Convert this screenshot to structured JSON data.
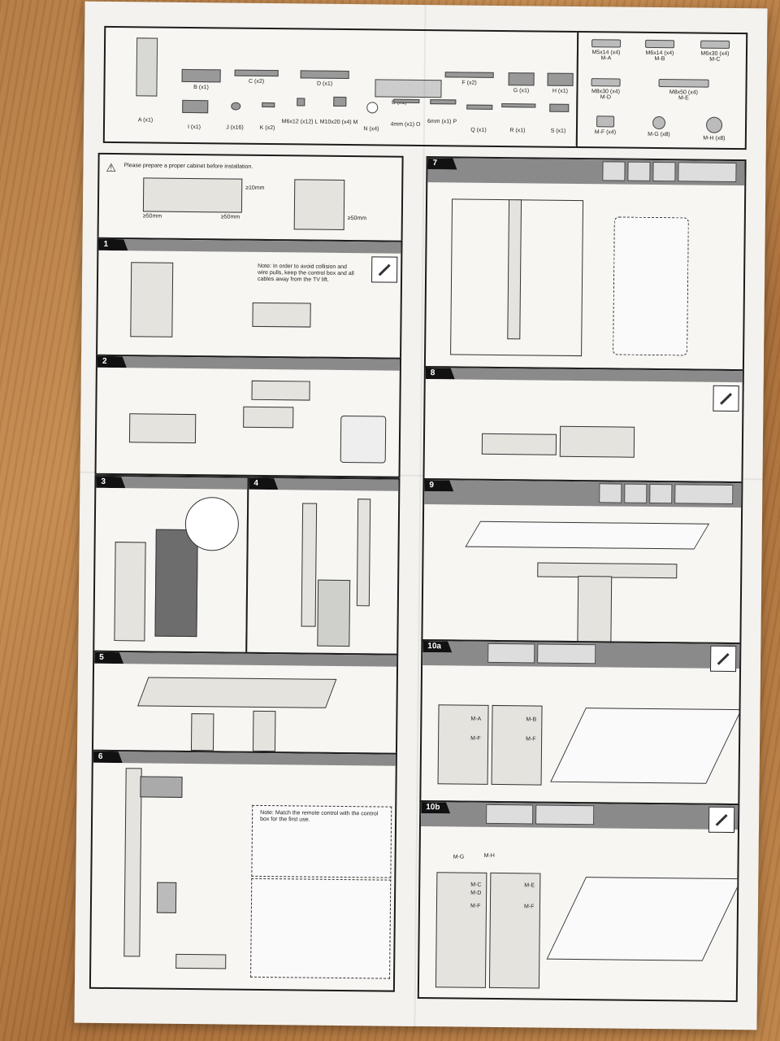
{
  "parts": [
    {
      "label": "A (x1)"
    },
    {
      "label": "B (x1)"
    },
    {
      "label": "C (x2)"
    },
    {
      "label": "D (x1)"
    },
    {
      "label": "E (x1)"
    },
    {
      "label": "F (x2)"
    },
    {
      "label": "G (x1)"
    },
    {
      "label": "H (x1)"
    },
    {
      "label": "I (x1)"
    },
    {
      "label": "J (x16)"
    },
    {
      "label": "K (x2)"
    },
    {
      "label": "M6x12 (x12) L"
    },
    {
      "label": "M10x20 (x4) M"
    },
    {
      "label": "N (x4)"
    },
    {
      "label": "4mm (x1) O"
    },
    {
      "label": "6mm (x1) P"
    },
    {
      "label": "Q (x1)"
    },
    {
      "label": "R (x1)"
    },
    {
      "label": "S (x1)"
    }
  ],
  "screws": [
    {
      "label": "M5x14 (x4)",
      "code": "M-A"
    },
    {
      "label": "M6x14 (x4)",
      "code": "M-B"
    },
    {
      "label": "M6x30 (x4)",
      "code": "M-C"
    },
    {
      "label": "M8x30 (x4)",
      "code": "M-D"
    },
    {
      "label": "M8x50 (x4)",
      "code": "M-E"
    },
    {
      "label": "M-F (x4)"
    },
    {
      "label": "M-G (x8)"
    },
    {
      "label": "M-H (x8)"
    }
  ],
  "warning": "Please prepare a proper cabinet before installation.",
  "dims": {
    "d1": "≥50mm",
    "d2": "≥50mm",
    "d3": "≥10mm",
    "d4": "≥50mm"
  },
  "step1_note": "Note: In order to avoid collision and wire pulls, keep the control box and all cables away from the TV lift.",
  "step6_note": "Note: Match the remote control with the control box for the first use.",
  "steps": [
    "1",
    "2",
    "3",
    "4",
    "5",
    "6",
    "7",
    "8",
    "9",
    "10a",
    "10b"
  ],
  "step10b_labels": {
    "mg": "M-G",
    "mh": "M-H",
    "mc": "M-C",
    "md": "M-D",
    "mf": "M-F",
    "me": "M-E",
    "mf2": "M-F"
  },
  "step10a_labels": {
    "ma": "M-A",
    "mf": "M-F",
    "mb": "M-B",
    "mf2": "M-F"
  }
}
